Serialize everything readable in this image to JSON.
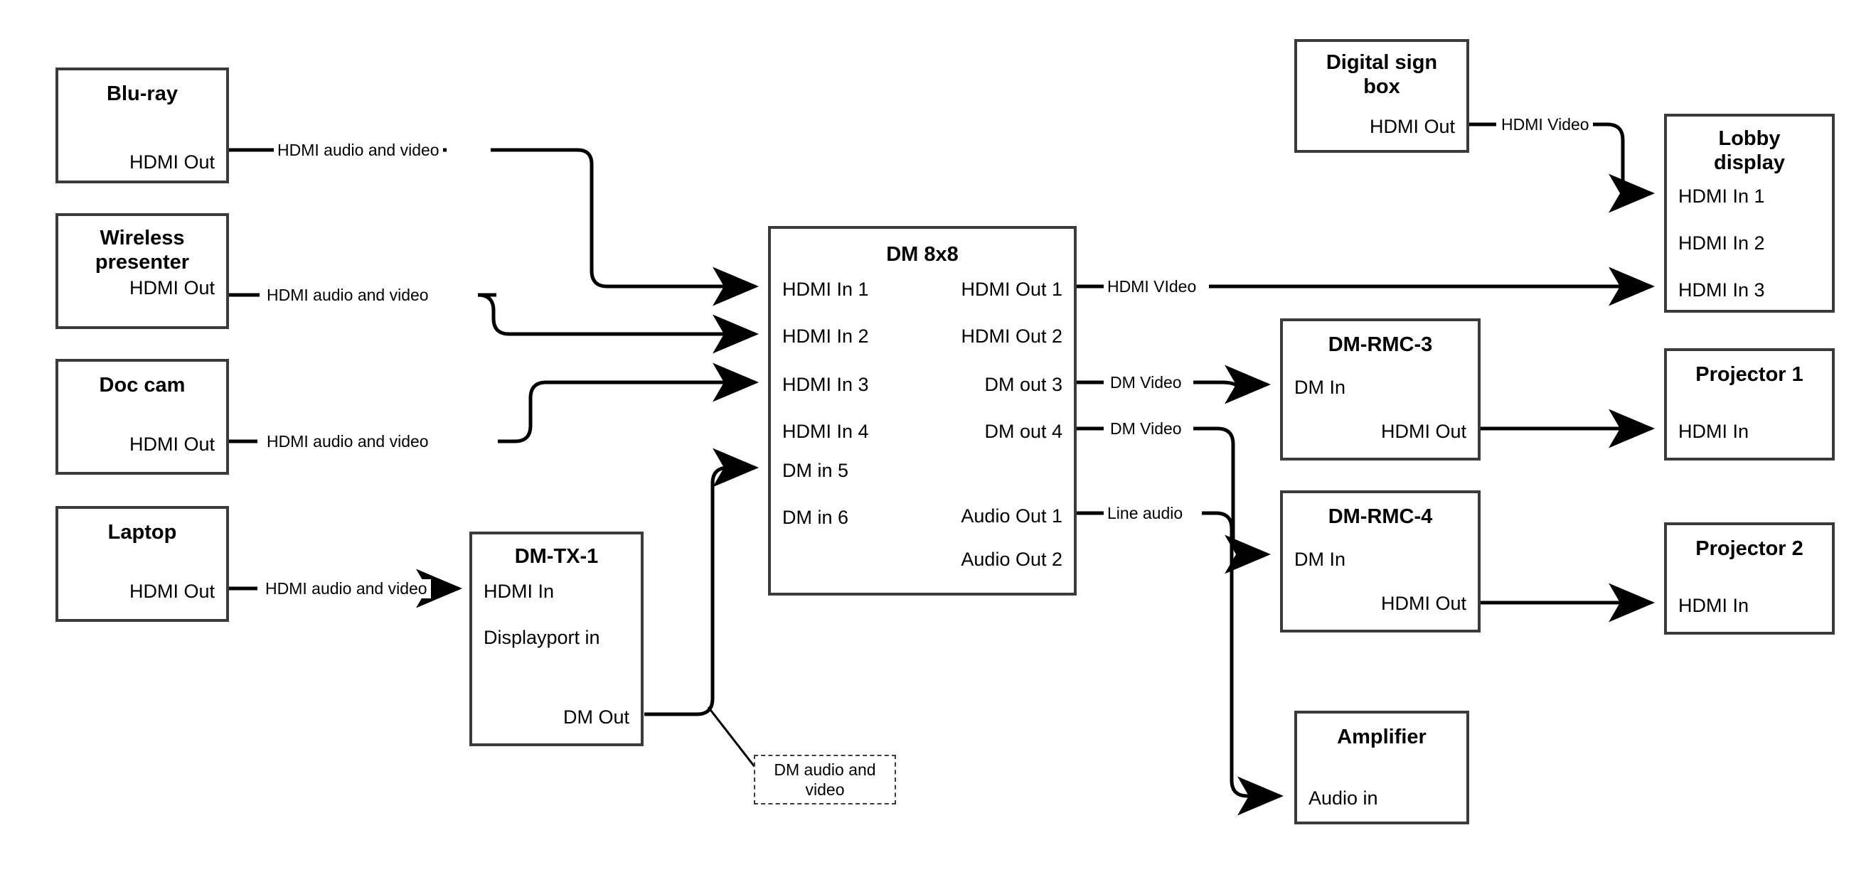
{
  "diagram": {
    "title": "AV signal routing diagram",
    "stroke_color": "#3b3b3b",
    "wire_color": "#000000",
    "background": "#ffffff"
  },
  "nodes": [
    {
      "id": "blu-ray",
      "title": "Blu-ray",
      "ports": [
        {
          "label": "HDMI Out",
          "side": "right"
        }
      ]
    },
    {
      "id": "wireless-presenter",
      "title": "Wireless\npresenter",
      "ports": [
        {
          "label": "HDMI Out",
          "side": "right"
        }
      ]
    },
    {
      "id": "doc-cam",
      "title": "Doc cam",
      "ports": [
        {
          "label": "HDMI Out",
          "side": "right"
        }
      ]
    },
    {
      "id": "laptop",
      "title": "Laptop",
      "ports": [
        {
          "label": "HDMI Out",
          "side": "right"
        }
      ]
    },
    {
      "id": "dm-tx-1",
      "title": "DM-TX-1",
      "ports": [
        {
          "label": "HDMI In",
          "side": "left"
        },
        {
          "label": "Displayport in",
          "side": "left"
        },
        {
          "label": "DM Out",
          "side": "right"
        }
      ]
    },
    {
      "id": "dm-8x8",
      "title": "DM 8x8",
      "ports": [
        {
          "label": "HDMI In 1",
          "side": "left"
        },
        {
          "label": "HDMI In 2",
          "side": "left"
        },
        {
          "label": "HDMI In 3",
          "side": "left"
        },
        {
          "label": "HDMI In 4",
          "side": "left"
        },
        {
          "label": "DM in 5",
          "side": "left"
        },
        {
          "label": "DM in 6",
          "side": "left"
        },
        {
          "label": "HDMI Out 1",
          "side": "right"
        },
        {
          "label": "HDMI Out 2",
          "side": "right"
        },
        {
          "label": "DM out 3",
          "side": "right"
        },
        {
          "label": "DM out 4",
          "side": "right"
        },
        {
          "label": "Audio Out 1",
          "side": "right"
        },
        {
          "label": "Audio Out 2",
          "side": "right"
        }
      ]
    },
    {
      "id": "digital-sign-box",
      "title": "Digital sign\nbox",
      "ports": [
        {
          "label": "HDMI Out",
          "side": "right"
        }
      ]
    },
    {
      "id": "lobby-display",
      "title": "Lobby\ndisplay",
      "ports": [
        {
          "label": "HDMI In 1",
          "side": "left"
        },
        {
          "label": "HDMI In 2",
          "side": "left"
        },
        {
          "label": "HDMI In 3",
          "side": "left"
        }
      ]
    },
    {
      "id": "dm-rmc-3",
      "title": "DM-RMC-3",
      "ports": [
        {
          "label": "DM In",
          "side": "left"
        },
        {
          "label": "HDMI Out",
          "side": "right"
        }
      ]
    },
    {
      "id": "dm-rmc-4",
      "title": "DM-RMC-4",
      "ports": [
        {
          "label": "DM In",
          "side": "left"
        },
        {
          "label": "HDMI Out",
          "side": "right"
        }
      ]
    },
    {
      "id": "projector-1",
      "title": "Projector 1",
      "ports": [
        {
          "label": "HDMI In",
          "side": "left"
        }
      ]
    },
    {
      "id": "projector-2",
      "title": "Projector 2",
      "ports": [
        {
          "label": "HDMI In",
          "side": "left"
        }
      ]
    },
    {
      "id": "amplifier",
      "title": "Amplifier",
      "ports": [
        {
          "label": "Audio in",
          "side": "left"
        }
      ]
    }
  ],
  "node_titles": {
    "blu_ray": "Blu-ray",
    "wireless_presenter": "Wireless\npresenter",
    "doc_cam": "Doc cam",
    "laptop": "Laptop",
    "dm_tx_1": "DM-TX-1",
    "dm_8x8": "DM 8x8",
    "digital_sign_box": "Digital sign\nbox",
    "lobby_display": "Lobby\ndisplay",
    "dm_rmc_3": "DM-RMC-3",
    "dm_rmc_4": "DM-RMC-4",
    "projector_1": "Projector 1",
    "projector_2": "Projector 2",
    "amplifier": "Amplifier"
  },
  "ports": {
    "hdmi_out": "HDMI Out",
    "hdmi_in": "HDMI In",
    "displayport_in": "Displayport in",
    "dm_out": "DM Out",
    "dm_in": "DM In",
    "audio_in": "Audio in",
    "hdmi_in_1": "HDMI In 1",
    "hdmi_in_2": "HDMI In 2",
    "hdmi_in_3": "HDMI In 3",
    "hdmi_in_4": "HDMI In 4",
    "dm_in_5": "DM in 5",
    "dm_in_6": "DM in 6",
    "hdmi_out_1": "HDMI Out 1",
    "hdmi_out_2": "HDMI Out 2",
    "dm_out_3": "DM out 3",
    "dm_out_4": "DM out 4",
    "audio_out_1": "Audio Out 1",
    "audio_out_2": "Audio Out 2",
    "lobby_hdmi_in_1": "HDMI In 1",
    "lobby_hdmi_in_2": "HDMI In 2",
    "lobby_hdmi_in_3": "HDMI In 3"
  },
  "connections": [
    {
      "id": "blu-ray-to-dm8x8",
      "from": "blu-ray.HDMI Out",
      "to": "dm-8x8.HDMI In 1",
      "label": "HDMI audio and video"
    },
    {
      "id": "wireless-to-dm8x8",
      "from": "wireless-presenter.HDMI Out",
      "to": "dm-8x8.HDMI In 2",
      "label": "HDMI audio and video"
    },
    {
      "id": "doccam-to-dm8x8",
      "from": "doc-cam.HDMI Out",
      "to": "dm-8x8.HDMI In 3",
      "label": "HDMI audio and video"
    },
    {
      "id": "laptop-to-dmtx1",
      "from": "laptop.HDMI Out",
      "to": "dm-tx-1.HDMI In",
      "label": "HDMI audio and video"
    },
    {
      "id": "dmtx1-to-dm8x8",
      "from": "dm-tx-1.DM Out",
      "to": "dm-8x8.DM in 5",
      "label": "DM audio and video"
    },
    {
      "id": "dm8x8-to-lobby",
      "from": "dm-8x8.HDMI Out 1",
      "to": "lobby-display.HDMI In 3",
      "label": "HDMI VIdeo"
    },
    {
      "id": "dm8x8-to-rmc3",
      "from": "dm-8x8.DM out 3",
      "to": "dm-rmc-3.DM In",
      "label": "DM Video"
    },
    {
      "id": "dm8x8-to-rmc4",
      "from": "dm-8x8.DM out 4",
      "to": "dm-rmc-4.DM In",
      "label": "DM Video"
    },
    {
      "id": "dm8x8-to-amp",
      "from": "dm-8x8.Audio Out 1",
      "to": "amplifier.Audio in",
      "label": "Line audio"
    },
    {
      "id": "sign-to-lobby",
      "from": "digital-sign-box.HDMI Out",
      "to": "lobby-display.HDMI In 1",
      "label": "HDMI Video"
    },
    {
      "id": "rmc3-to-proj1",
      "from": "dm-rmc-3.HDMI Out",
      "to": "projector-1.HDMI In",
      "label": ""
    },
    {
      "id": "rmc4-to-proj2",
      "from": "dm-rmc-4.HDMI Out",
      "to": "projector-2.HDMI In",
      "label": ""
    }
  ],
  "edge_labels": {
    "bluray_link": "HDMI audio and video",
    "wireless_link": "HDMI audio and video",
    "doccam_link": "HDMI audio and video",
    "laptop_link": "HDMI audio and video",
    "sign_link": "HDMI Video",
    "hdmi_out1_link": "HDMI VIdeo",
    "dm_out3_link": "DM Video",
    "dm_out4_link": "DM Video",
    "audio_out1_link": "Line audio"
  },
  "notes": [
    {
      "id": "dm-audio-video-note",
      "text": "DM audio and\nvideo"
    }
  ]
}
